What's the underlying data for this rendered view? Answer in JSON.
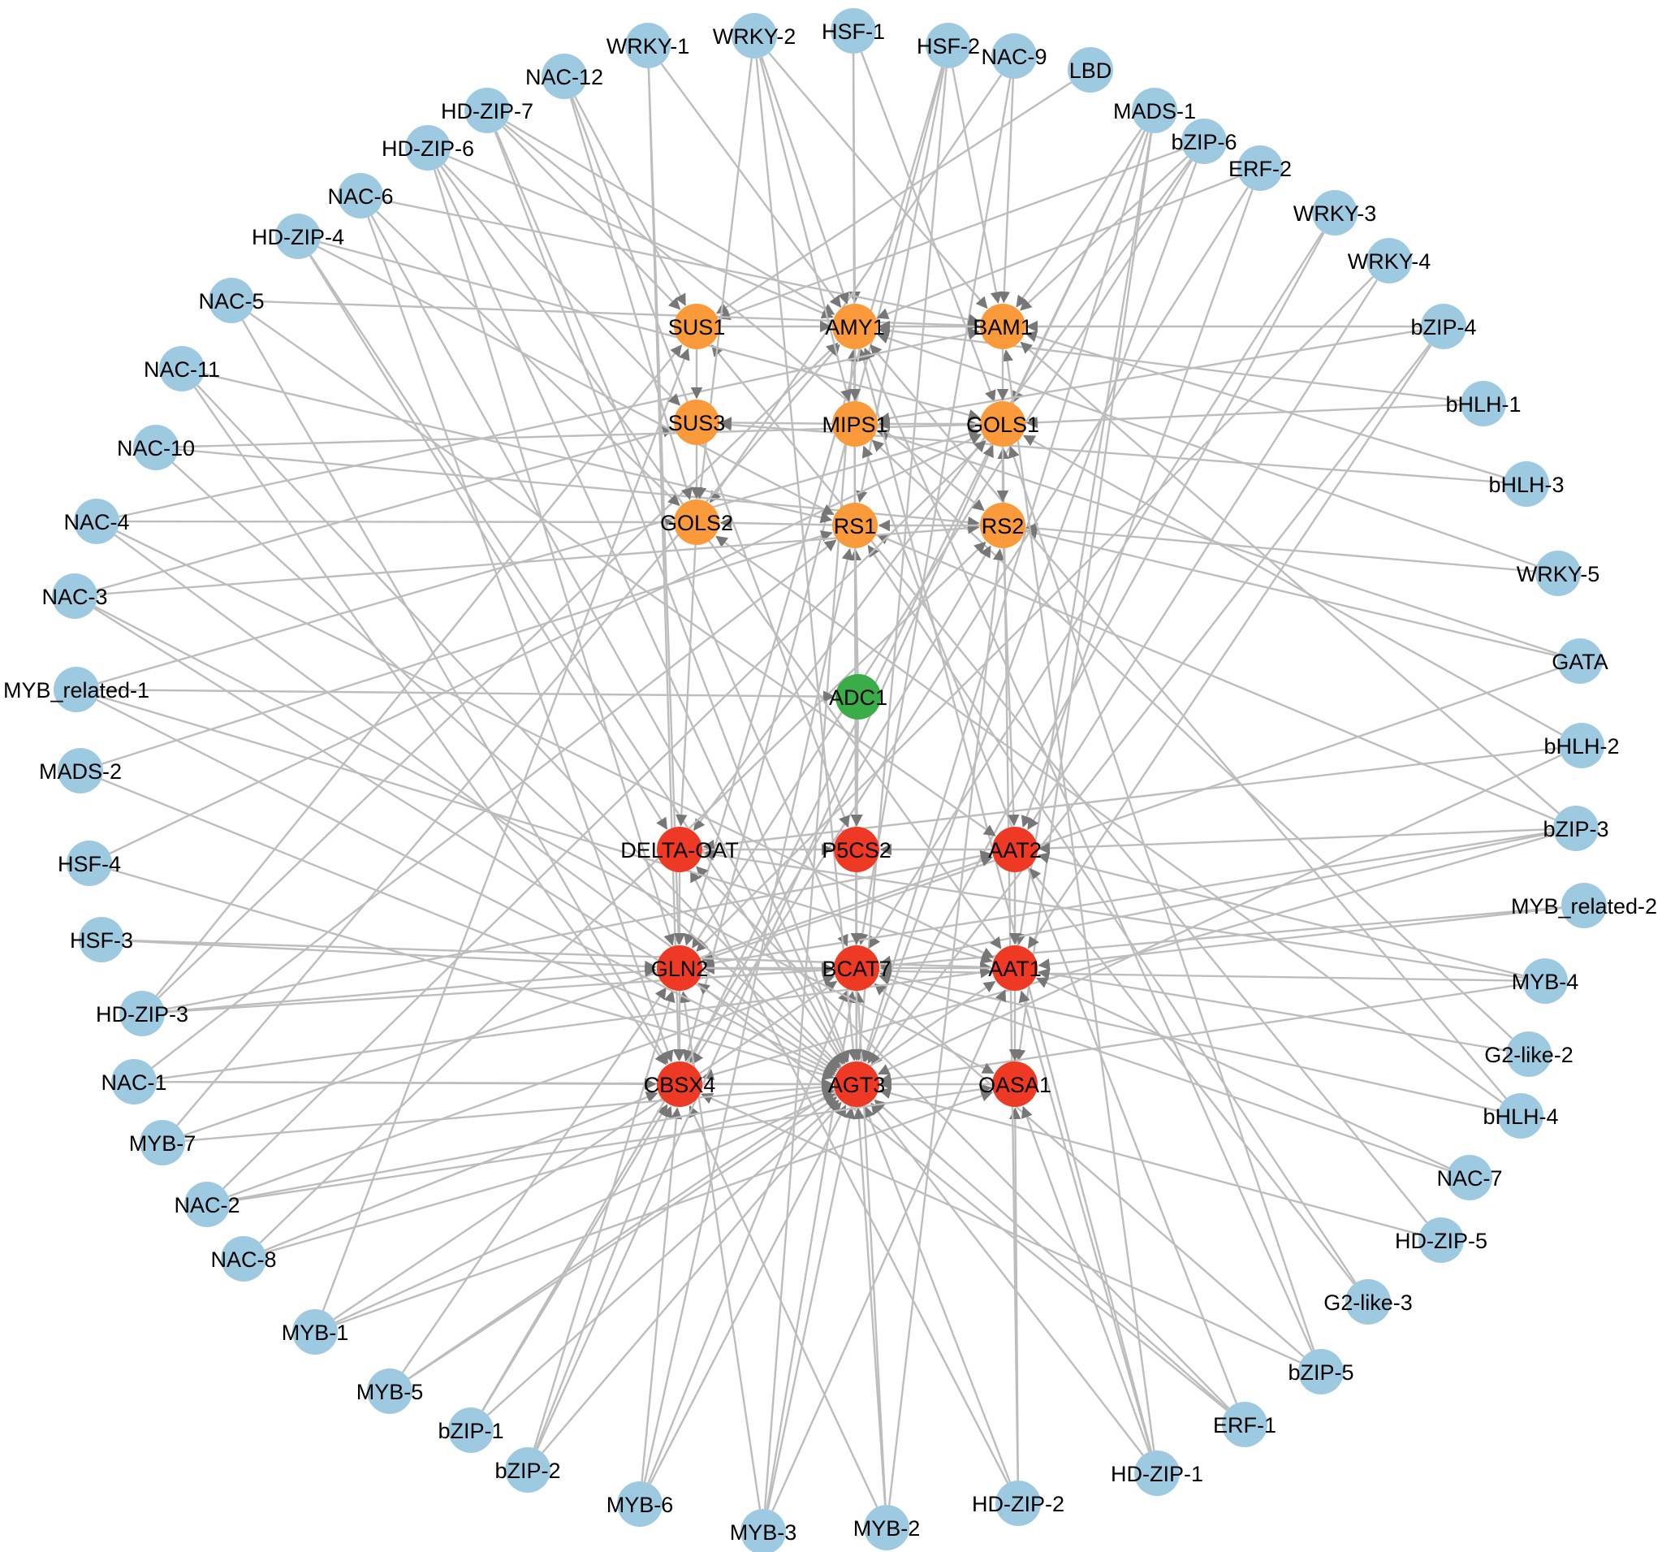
{
  "colors": {
    "tf": "#9ecae1",
    "sugar": "#fb9a3a",
    "amino": "#ee3a24",
    "center": "#3aad48",
    "edge": "#bdbdbd",
    "arrow": "#777777"
  },
  "nodes": [
    {
      "id": "HSF-1",
      "label": "HSF-1",
      "group": "tf"
    },
    {
      "id": "HSF-2",
      "label": "HSF-2",
      "group": "tf"
    },
    {
      "id": "NAC-9",
      "label": "NAC-9",
      "group": "tf"
    },
    {
      "id": "LBD",
      "label": "LBD",
      "group": "tf"
    },
    {
      "id": "MADS-1",
      "label": "MADS-1",
      "group": "tf"
    },
    {
      "id": "bZIP-6",
      "label": "bZIP-6",
      "group": "tf"
    },
    {
      "id": "ERF-2",
      "label": "ERF-2",
      "group": "tf"
    },
    {
      "id": "WRKY-3",
      "label": "WRKY-3",
      "group": "tf"
    },
    {
      "id": "WRKY-4",
      "label": "WRKY-4",
      "group": "tf"
    },
    {
      "id": "bZIP-4",
      "label": "bZIP-4",
      "group": "tf"
    },
    {
      "id": "bHLH-1",
      "label": "bHLH-1",
      "group": "tf"
    },
    {
      "id": "bHLH-3",
      "label": "bHLH-3",
      "group": "tf"
    },
    {
      "id": "WRKY-5",
      "label": "WRKY-5",
      "group": "tf"
    },
    {
      "id": "GATA",
      "label": "GATA",
      "group": "tf"
    },
    {
      "id": "bHLH-2",
      "label": "bHLH-2",
      "group": "tf"
    },
    {
      "id": "bZIP-3",
      "label": "bZIP-3",
      "group": "tf"
    },
    {
      "id": "MYB_related-2",
      "label": "MYB_related-2",
      "group": "tf"
    },
    {
      "id": "MYB-4",
      "label": "MYB-4",
      "group": "tf"
    },
    {
      "id": "G2-like-2",
      "label": "G2-like-2",
      "group": "tf"
    },
    {
      "id": "bHLH-4",
      "label": "bHLH-4",
      "group": "tf"
    },
    {
      "id": "NAC-7",
      "label": "NAC-7",
      "group": "tf"
    },
    {
      "id": "HD-ZIP-5",
      "label": "HD-ZIP-5",
      "group": "tf"
    },
    {
      "id": "G2-like-3",
      "label": "G2-like-3",
      "group": "tf"
    },
    {
      "id": "bZIP-5",
      "label": "bZIP-5",
      "group": "tf"
    },
    {
      "id": "ERF-1",
      "label": "ERF-1",
      "group": "tf"
    },
    {
      "id": "HD-ZIP-1",
      "label": "HD-ZIP-1",
      "group": "tf"
    },
    {
      "id": "HD-ZIP-2",
      "label": "HD-ZIP-2",
      "group": "tf"
    },
    {
      "id": "MYB-2",
      "label": "MYB-2",
      "group": "tf"
    },
    {
      "id": "MYB-3",
      "label": "MYB-3",
      "group": "tf"
    },
    {
      "id": "MYB-6",
      "label": "MYB-6",
      "group": "tf"
    },
    {
      "id": "bZIP-2",
      "label": "bZIP-2",
      "group": "tf"
    },
    {
      "id": "bZIP-1",
      "label": "bZIP-1",
      "group": "tf"
    },
    {
      "id": "MYB-5",
      "label": "MYB-5",
      "group": "tf"
    },
    {
      "id": "MYB-1",
      "label": "MYB-1",
      "group": "tf"
    },
    {
      "id": "NAC-8",
      "label": "NAC-8",
      "group": "tf"
    },
    {
      "id": "NAC-2",
      "label": "NAC-2",
      "group": "tf"
    },
    {
      "id": "MYB-7",
      "label": "MYB-7",
      "group": "tf"
    },
    {
      "id": "NAC-1",
      "label": "NAC-1",
      "group": "tf"
    },
    {
      "id": "HD-ZIP-3",
      "label": "HD-ZIP-3",
      "group": "tf"
    },
    {
      "id": "HSF-3",
      "label": "HSF-3",
      "group": "tf"
    },
    {
      "id": "HSF-4",
      "label": "HSF-4",
      "group": "tf"
    },
    {
      "id": "MADS-2",
      "label": "MADS-2",
      "group": "tf"
    },
    {
      "id": "MYB_related-1",
      "label": "MYB_related-1",
      "group": "tf"
    },
    {
      "id": "NAC-3",
      "label": "NAC-3",
      "group": "tf"
    },
    {
      "id": "NAC-4",
      "label": "NAC-4",
      "group": "tf"
    },
    {
      "id": "NAC-10",
      "label": "NAC-10",
      "group": "tf"
    },
    {
      "id": "NAC-11",
      "label": "NAC-11",
      "group": "tf"
    },
    {
      "id": "NAC-5",
      "label": "NAC-5",
      "group": "tf"
    },
    {
      "id": "HD-ZIP-4",
      "label": "HD-ZIP-4",
      "group": "tf"
    },
    {
      "id": "NAC-6",
      "label": "NAC-6",
      "group": "tf"
    },
    {
      "id": "HD-ZIP-6",
      "label": "HD-ZIP-6",
      "group": "tf"
    },
    {
      "id": "HD-ZIP-7",
      "label": "HD-ZIP-7",
      "group": "tf"
    },
    {
      "id": "NAC-12",
      "label": "NAC-12",
      "group": "tf"
    },
    {
      "id": "WRKY-1",
      "label": "WRKY-1",
      "group": "tf"
    },
    {
      "id": "WRKY-2",
      "label": "WRKY-2",
      "group": "tf"
    },
    {
      "id": "SUS1",
      "label": "SUS1",
      "group": "sugar"
    },
    {
      "id": "AMY1",
      "label": "AMY1",
      "group": "sugar"
    },
    {
      "id": "BAM1",
      "label": "BAM1",
      "group": "sugar"
    },
    {
      "id": "SUS3",
      "label": "SUS3",
      "group": "sugar"
    },
    {
      "id": "MIPS1",
      "label": "MIPS1",
      "group": "sugar"
    },
    {
      "id": "GOLS1",
      "label": "GOLS1",
      "group": "sugar"
    },
    {
      "id": "GOLS2",
      "label": "GOLS2",
      "group": "sugar"
    },
    {
      "id": "RS1",
      "label": "RS1",
      "group": "sugar"
    },
    {
      "id": "RS2",
      "label": "RS2",
      "group": "sugar"
    },
    {
      "id": "ADC1",
      "label": "ADC1",
      "group": "center"
    },
    {
      "id": "DELTA-OAT",
      "label": "DELTA-OAT",
      "group": "amino"
    },
    {
      "id": "P5CS2",
      "label": "P5CS2",
      "group": "amino"
    },
    {
      "id": "AAT2",
      "label": "AAT2",
      "group": "amino"
    },
    {
      "id": "GLN2",
      "label": "GLN2",
      "group": "amino"
    },
    {
      "id": "BCAT7",
      "label": "BCAT7",
      "group": "amino"
    },
    {
      "id": "AAT1",
      "label": "AAT1",
      "group": "amino"
    },
    {
      "id": "CBSX4",
      "label": "CBSX4",
      "group": "amino"
    },
    {
      "id": "AGT3",
      "label": "AGT3",
      "group": "amino"
    },
    {
      "id": "OASA1",
      "label": "OASA1",
      "group": "amino"
    }
  ],
  "edges": [
    [
      "HSF-1",
      "AMY1"
    ],
    [
      "HSF-1",
      "GOLS1"
    ],
    [
      "HSF-1",
      "AGT3"
    ],
    [
      "HSF-1",
      "BCAT7"
    ],
    [
      "HSF-2",
      "BAM1"
    ],
    [
      "HSF-2",
      "RS1"
    ],
    [
      "HSF-2",
      "GLN2"
    ],
    [
      "HSF-2",
      "AGT3"
    ],
    [
      "HSF-2",
      "CBSX4"
    ],
    [
      "NAC-9",
      "BAM1"
    ],
    [
      "NAC-9",
      "GOLS2"
    ],
    [
      "NAC-9",
      "BCAT7"
    ],
    [
      "LBD",
      "SUS1"
    ],
    [
      "MADS-1",
      "BAM1"
    ],
    [
      "MADS-1",
      "GOLS1"
    ],
    [
      "MADS-1",
      "AAT1"
    ],
    [
      "MADS-1",
      "OASA1"
    ],
    [
      "MADS-1",
      "AGT3"
    ],
    [
      "MADS-1",
      "CBSX4"
    ],
    [
      "bZIP-6",
      "SUS1"
    ],
    [
      "bZIP-6",
      "BAM1"
    ],
    [
      "bZIP-6",
      "AGT3"
    ],
    [
      "bZIP-6",
      "GLN2"
    ],
    [
      "bZIP-6",
      "DELTA-OAT"
    ],
    [
      "ERF-2",
      "AMY1"
    ],
    [
      "ERF-2",
      "AAT2"
    ],
    [
      "ERF-2",
      "CBSX4"
    ],
    [
      "WRKY-3",
      "AGT3"
    ],
    [
      "WRKY-3",
      "BCAT7"
    ],
    [
      "WRKY-4",
      "AAT2"
    ],
    [
      "WRKY-4",
      "GLN2"
    ],
    [
      "bZIP-4",
      "BAM1"
    ],
    [
      "bZIP-4",
      "MIPS1"
    ],
    [
      "bZIP-4",
      "AGT3"
    ],
    [
      "bZIP-4",
      "AAT1"
    ],
    [
      "bHLH-1",
      "AMY1"
    ],
    [
      "bHLH-1",
      "GOLS1"
    ],
    [
      "bHLH-3",
      "BAM1"
    ],
    [
      "bHLH-3",
      "SUS3"
    ],
    [
      "WRKY-5",
      "AMY1"
    ],
    [
      "WRKY-5",
      "RS2"
    ],
    [
      "GATA",
      "MIPS1"
    ],
    [
      "GATA",
      "RS2"
    ],
    [
      "GATA",
      "GLN2"
    ],
    [
      "bHLH-2",
      "AGT3"
    ],
    [
      "bHLH-2",
      "GOLS1"
    ],
    [
      "bHLH-2",
      "DELTA-OAT"
    ],
    [
      "bZIP-3",
      "BAM1"
    ],
    [
      "bZIP-3",
      "RS1"
    ],
    [
      "bZIP-3",
      "AAT2"
    ],
    [
      "bZIP-3",
      "CBSX4"
    ],
    [
      "bZIP-3",
      "BCAT7"
    ],
    [
      "bZIP-3",
      "GLN2"
    ],
    [
      "MYB_related-2",
      "AAT1"
    ],
    [
      "MYB_related-2",
      "BCAT7"
    ],
    [
      "MYB-4",
      "AAT2"
    ],
    [
      "MYB-4",
      "GLN2"
    ],
    [
      "MYB-4",
      "AGT3"
    ],
    [
      "MYB-4",
      "DELTA-OAT"
    ],
    [
      "G2-like-2",
      "MIPS1"
    ],
    [
      "G2-like-2",
      "AAT1"
    ],
    [
      "bHLH-4",
      "AMY1"
    ],
    [
      "bHLH-4",
      "BCAT7"
    ],
    [
      "bHLH-4",
      "GOLS2"
    ],
    [
      "NAC-7",
      "AAT1"
    ],
    [
      "NAC-7",
      "BCAT7"
    ],
    [
      "HD-ZIP-5",
      "SUS1"
    ],
    [
      "HD-ZIP-5",
      "AGT3"
    ],
    [
      "G2-like-3",
      "AAT2"
    ],
    [
      "G2-like-3",
      "RS1"
    ],
    [
      "bZIP-5",
      "AMY1"
    ],
    [
      "bZIP-5",
      "BCAT7"
    ],
    [
      "bZIP-5",
      "GOLS1"
    ],
    [
      "bZIP-5",
      "CBSX4"
    ],
    [
      "ERF-1",
      "AGT3"
    ],
    [
      "ERF-1",
      "GLN2"
    ],
    [
      "ERF-1",
      "MIPS1"
    ],
    [
      "ERF-1",
      "DELTA-OAT"
    ],
    [
      "HD-ZIP-1",
      "AGT3"
    ],
    [
      "HD-ZIP-1",
      "OASA1"
    ],
    [
      "HD-ZIP-1",
      "AAT1"
    ],
    [
      "HD-ZIP-1",
      "AMY1"
    ],
    [
      "HD-ZIP-1",
      "BAM1"
    ],
    [
      "HD-ZIP-2",
      "OASA1"
    ],
    [
      "HD-ZIP-2",
      "AGT3"
    ],
    [
      "HD-ZIP-2",
      "GOLS1"
    ],
    [
      "HD-ZIP-2",
      "DELTA-OAT"
    ],
    [
      "MYB-2",
      "AGT3"
    ],
    [
      "MYB-2",
      "BCAT7"
    ],
    [
      "MYB-2",
      "RS2"
    ],
    [
      "MYB-2",
      "CBSX4"
    ],
    [
      "MYB-3",
      "AGT3"
    ],
    [
      "MYB-3",
      "BCAT7"
    ],
    [
      "MYB-3",
      "AMY1"
    ],
    [
      "MYB-3",
      "GLN2"
    ],
    [
      "MYB-3",
      "AAT1"
    ],
    [
      "MYB-6",
      "CBSX4"
    ],
    [
      "MYB-6",
      "AGT3"
    ],
    [
      "MYB-6",
      "BCAT7"
    ],
    [
      "MYB-6",
      "RS1"
    ],
    [
      "bZIP-2",
      "CBSX4"
    ],
    [
      "bZIP-2",
      "GLN2"
    ],
    [
      "bZIP-2",
      "AGT3"
    ],
    [
      "bZIP-2",
      "GOLS1"
    ],
    [
      "bZIP-1",
      "CBSX4"
    ],
    [
      "bZIP-1",
      "AGT3"
    ],
    [
      "bZIP-1",
      "RS2"
    ],
    [
      "MYB-5",
      "AGT3"
    ],
    [
      "MYB-5",
      "GLN2"
    ],
    [
      "MYB-5",
      "AAT1"
    ],
    [
      "MYB-1",
      "AGT3"
    ],
    [
      "MYB-1",
      "BCAT7"
    ],
    [
      "MYB-1",
      "SUS1"
    ],
    [
      "MYB-1",
      "OASA1"
    ],
    [
      "NAC-8",
      "AGT3"
    ],
    [
      "NAC-8",
      "RS2"
    ],
    [
      "NAC-8",
      "CBSX4"
    ],
    [
      "NAC-2",
      "AGT3"
    ],
    [
      "NAC-2",
      "GOLS1"
    ],
    [
      "NAC-2",
      "BCAT7"
    ],
    [
      "NAC-2",
      "OASA1"
    ],
    [
      "MYB-7",
      "AGT3"
    ],
    [
      "MYB-7",
      "AMY1"
    ],
    [
      "MYB-7",
      "AAT2"
    ],
    [
      "NAC-1",
      "AGT3"
    ],
    [
      "NAC-1",
      "CBSX4"
    ],
    [
      "NAC-1",
      "RS1"
    ],
    [
      "NAC-1",
      "AAT1"
    ],
    [
      "HD-ZIP-3",
      "GLN2"
    ],
    [
      "HD-ZIP-3",
      "AMY1"
    ],
    [
      "HD-ZIP-3",
      "AAT2"
    ],
    [
      "HD-ZIP-3",
      "BCAT7"
    ],
    [
      "HD-ZIP-3",
      "SUS1"
    ],
    [
      "HSF-3",
      "GLN2"
    ],
    [
      "HSF-3",
      "AAT1"
    ],
    [
      "HSF-4",
      "AGT3"
    ],
    [
      "HSF-4",
      "GOLS1"
    ],
    [
      "MADS-2",
      "AGT3"
    ],
    [
      "MADS-2",
      "RS1"
    ],
    [
      "MYB_related-1",
      "ADC1"
    ],
    [
      "MYB_related-1",
      "AGT3"
    ],
    [
      "MYB_related-1",
      "GOLS1"
    ],
    [
      "MYB_related-1",
      "AAT1"
    ],
    [
      "NAC-3",
      "RS2"
    ],
    [
      "NAC-3",
      "AGT3"
    ],
    [
      "NAC-3",
      "SUS3"
    ],
    [
      "NAC-3",
      "OASA1"
    ],
    [
      "NAC-4",
      "GOLS2"
    ],
    [
      "NAC-4",
      "AGT3"
    ],
    [
      "NAC-4",
      "BAM1"
    ],
    [
      "NAC-4",
      "AAT1"
    ],
    [
      "NAC-10",
      "RS2"
    ],
    [
      "NAC-10",
      "AGT3"
    ],
    [
      "NAC-10",
      "GOLS1"
    ],
    [
      "NAC-11",
      "CBSX4"
    ],
    [
      "NAC-11",
      "AGT3"
    ],
    [
      "NAC-11",
      "RS1"
    ],
    [
      "NAC-5",
      "AAT2"
    ],
    [
      "NAC-5",
      "CBSX4"
    ],
    [
      "NAC-5",
      "BAM1"
    ],
    [
      "HD-ZIP-4",
      "AGT3"
    ],
    [
      "HD-ZIP-4",
      "RS1"
    ],
    [
      "HD-ZIP-4",
      "GOLS1"
    ],
    [
      "HD-ZIP-4",
      "DELTA-OAT"
    ],
    [
      "NAC-6",
      "AGT3"
    ],
    [
      "NAC-6",
      "BAM1"
    ],
    [
      "NAC-6",
      "GOLS2"
    ],
    [
      "NAC-6",
      "CBSX4"
    ],
    [
      "HD-ZIP-6",
      "AMY1"
    ],
    [
      "HD-ZIP-6",
      "SUS3"
    ],
    [
      "HD-ZIP-6",
      "GLN2"
    ],
    [
      "HD-ZIP-6",
      "AAT1"
    ],
    [
      "HD-ZIP-6",
      "AGT3"
    ],
    [
      "HD-ZIP-7",
      "SUS1"
    ],
    [
      "HD-ZIP-7",
      "AMY1"
    ],
    [
      "HD-ZIP-7",
      "RS2"
    ],
    [
      "HD-ZIP-7",
      "AGT3"
    ],
    [
      "HD-ZIP-7",
      "BCAT7"
    ],
    [
      "NAC-12",
      "SUS1"
    ],
    [
      "NAC-12",
      "GOLS2"
    ],
    [
      "NAC-12",
      "P5CS2"
    ],
    [
      "WRKY-1",
      "AMY1"
    ],
    [
      "WRKY-1",
      "GLN2"
    ],
    [
      "WRKY-1",
      "CBSX4"
    ],
    [
      "WRKY-2",
      "AMY1"
    ],
    [
      "WRKY-2",
      "BAM1"
    ],
    [
      "WRKY-2",
      "GOLS2"
    ],
    [
      "WRKY-2",
      "MIPS1"
    ],
    [
      "WRKY-2",
      "AGT3"
    ],
    [
      "SUS1",
      "AMY1"
    ],
    [
      "BAM1",
      "AMY1"
    ],
    [
      "MIPS1",
      "SUS3"
    ],
    [
      "GOLS1",
      "MIPS1"
    ],
    [
      "RS1",
      "GOLS2"
    ],
    [
      "RS2",
      "RS1"
    ],
    [
      "ADC1",
      "RS1"
    ],
    [
      "DELTA-OAT",
      "P5CS2"
    ],
    [
      "AAT2",
      "P5CS2"
    ],
    [
      "GLN2",
      "BCAT7"
    ],
    [
      "AAT1",
      "BCAT7"
    ],
    [
      "CBSX4",
      "AGT3"
    ],
    [
      "OASA1",
      "AGT3"
    ],
    [
      "P5CS2",
      "BCAT7"
    ],
    [
      "BCAT7",
      "AGT3"
    ],
    [
      "GLN2",
      "CBSX4"
    ],
    [
      "AAT2",
      "AAT1"
    ],
    [
      "AAT1",
      "OASA1"
    ],
    [
      "DELTA-OAT",
      "GLN2"
    ],
    [
      "GOLS2",
      "DELTA-OAT"
    ],
    [
      "RS1",
      "P5CS2"
    ],
    [
      "RS2",
      "AAT2"
    ],
    [
      "ADC1",
      "P5CS2"
    ],
    [
      "SUS3",
      "GOLS2"
    ],
    [
      "SUS1",
      "SUS3"
    ],
    [
      "AMY1",
      "MIPS1"
    ],
    [
      "BAM1",
      "GOLS1"
    ],
    [
      "GOLS1",
      "RS2"
    ]
  ]
}
